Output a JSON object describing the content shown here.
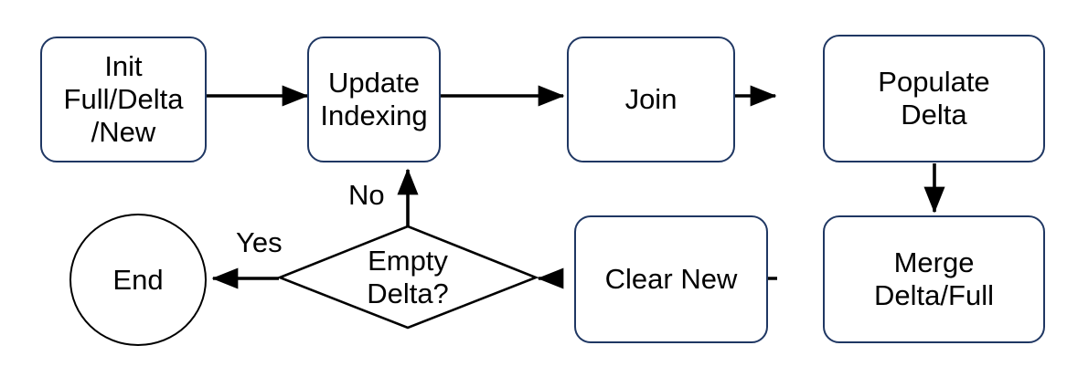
{
  "diagram": {
    "type": "flowchart",
    "title": "",
    "colors": {
      "process_border": "#1F3763",
      "decision_border": "#000000",
      "terminator_border": "#000000",
      "edge": "#000000",
      "text": "#000000",
      "background": "#FFFFFF"
    },
    "nodes": [
      {
        "id": "init",
        "label": "Init\nFull/Delta\n/New",
        "shape": "rounded-rectangle"
      },
      {
        "id": "update",
        "label": "Update\nIndexing",
        "shape": "rounded-rectangle"
      },
      {
        "id": "join",
        "label": "Join",
        "shape": "rounded-rectangle"
      },
      {
        "id": "populate",
        "label": "Populate\nDelta",
        "shape": "rounded-rectangle"
      },
      {
        "id": "merge",
        "label": "Merge\nDelta/Full",
        "shape": "rounded-rectangle"
      },
      {
        "id": "clear",
        "label": "Clear New",
        "shape": "rounded-rectangle"
      },
      {
        "id": "decision",
        "label": "Empty\nDelta?",
        "shape": "diamond"
      },
      {
        "id": "end",
        "label": "End",
        "shape": "circle"
      }
    ],
    "edges": [
      {
        "from": "init",
        "to": "update",
        "label": "",
        "direction": "right"
      },
      {
        "from": "update",
        "to": "join",
        "label": "",
        "direction": "right"
      },
      {
        "from": "join",
        "to": "populate",
        "label": "",
        "direction": "right"
      },
      {
        "from": "populate",
        "to": "merge",
        "label": "",
        "direction": "down"
      },
      {
        "from": "merge",
        "to": "clear",
        "label": "",
        "direction": "left"
      },
      {
        "from": "clear",
        "to": "decision",
        "label": "",
        "direction": "left"
      },
      {
        "from": "decision",
        "to": "end",
        "label": "Yes",
        "direction": "left"
      },
      {
        "from": "decision",
        "to": "update",
        "label": "No",
        "direction": "up"
      }
    ],
    "edge_labels": {
      "yes": "Yes",
      "no": "No"
    }
  }
}
